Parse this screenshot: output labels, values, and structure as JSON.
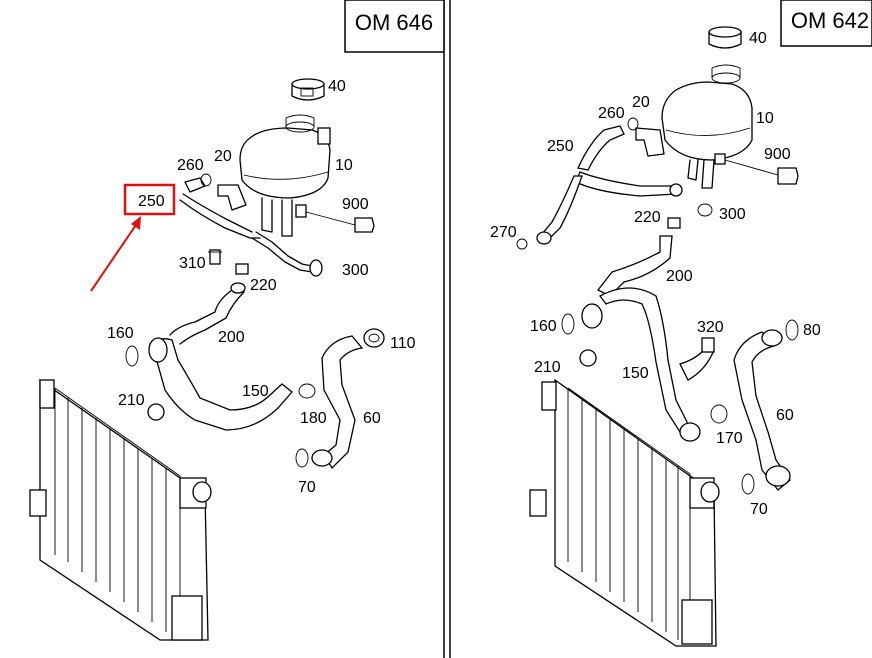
{
  "panels": [
    {
      "engine": "OM 646",
      "callouts": [
        "40",
        "260",
        "20",
        "10",
        "250",
        "900",
        "310",
        "220",
        "300",
        "160",
        "200",
        "110",
        "150",
        "210",
        "180",
        "60",
        "70"
      ]
    },
    {
      "engine": "OM 642",
      "callouts": [
        "40",
        "260",
        "20",
        "10",
        "250",
        "900",
        "270",
        "220",
        "300",
        "200",
        "160",
        "320",
        "80",
        "210",
        "150",
        "170",
        "60",
        "70"
      ]
    }
  ],
  "highlight": {
    "part": "250",
    "color": "#e01010"
  }
}
